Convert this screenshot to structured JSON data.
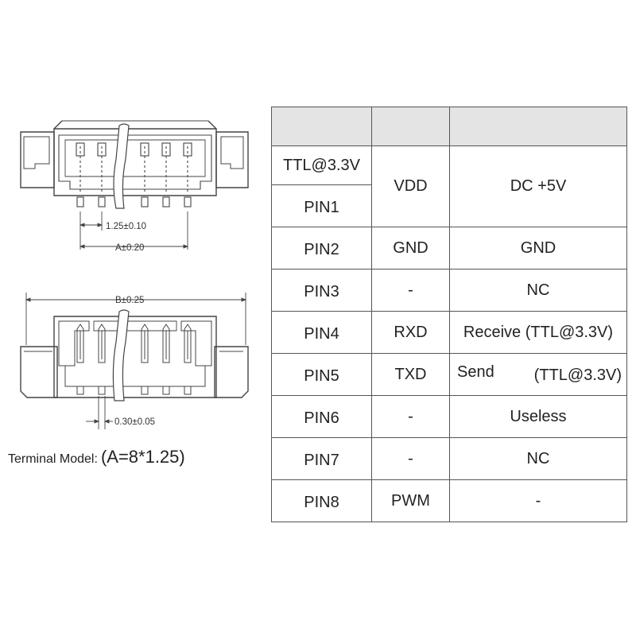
{
  "model": {
    "label": "Terminal Model:",
    "value": "(A=8*1.25)"
  },
  "dimensions": {
    "pitch": "1.25±0.10",
    "a": "A±0.20",
    "b": "B±0.25",
    "pin_width": "0.30±0.05"
  },
  "table": {
    "headers": [
      "",
      "",
      ""
    ],
    "rows": [
      {
        "pin": "TTL@3.3V",
        "signal": "VDD",
        "description": "DC +5V"
      },
      {
        "pin": "PIN1",
        "signal": "",
        "description": ""
      },
      {
        "pin": "PIN2",
        "signal": "GND",
        "description": "GND"
      },
      {
        "pin": "PIN3",
        "signal": "-",
        "description": "NC"
      },
      {
        "pin": "PIN4",
        "signal": "RXD",
        "description": "Receive (TTL@3.3V)"
      },
      {
        "pin": "PIN5",
        "signal": "TXD",
        "description_a": "Send",
        "description_b": "(TTL@3.3V)"
      },
      {
        "pin": "PIN6",
        "signal": "-",
        "description": "Useless"
      },
      {
        "pin": "PIN7",
        "signal": "-",
        "description": "NC"
      },
      {
        "pin": "PIN8",
        "signal": "PWM",
        "description": "-"
      }
    ]
  }
}
